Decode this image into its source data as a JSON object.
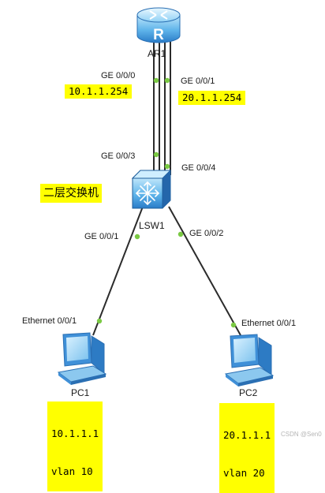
{
  "devices": {
    "router": {
      "name": "AR1",
      "icon": "router-icon"
    },
    "switch": {
      "name": "LSW1",
      "icon": "switch-icon",
      "annotation": "二层交换机"
    },
    "pc1": {
      "name": "PC1",
      "icon": "pc-icon",
      "ip": "10.1.1.1",
      "vlan": "vlan 10"
    },
    "pc2": {
      "name": "PC2",
      "icon": "pc-icon",
      "ip": "20.1.1.1",
      "vlan": "vlan 20"
    }
  },
  "ports": {
    "ar1_left": "GE 0/0/0",
    "ar1_right": "GE 0/0/1",
    "sw_left_up": "GE 0/0/3",
    "sw_right_up": "GE 0/0/4",
    "sw_down_left": "GE 0/0/1",
    "sw_down_right": "GE 0/0/2",
    "pc1_port": "Ethernet 0/0/1",
    "pc2_port": "Ethernet 0/0/1"
  },
  "addresses": {
    "gw_left": "10.1.1.254",
    "gw_right": "20.1.1.254"
  },
  "watermark": "CSDN @Sen0",
  "colors": {
    "link": "#2b2b2b",
    "port_dot": "#7ac943",
    "highlight": "#ffff00",
    "device_blue": "#3a8fd6"
  }
}
